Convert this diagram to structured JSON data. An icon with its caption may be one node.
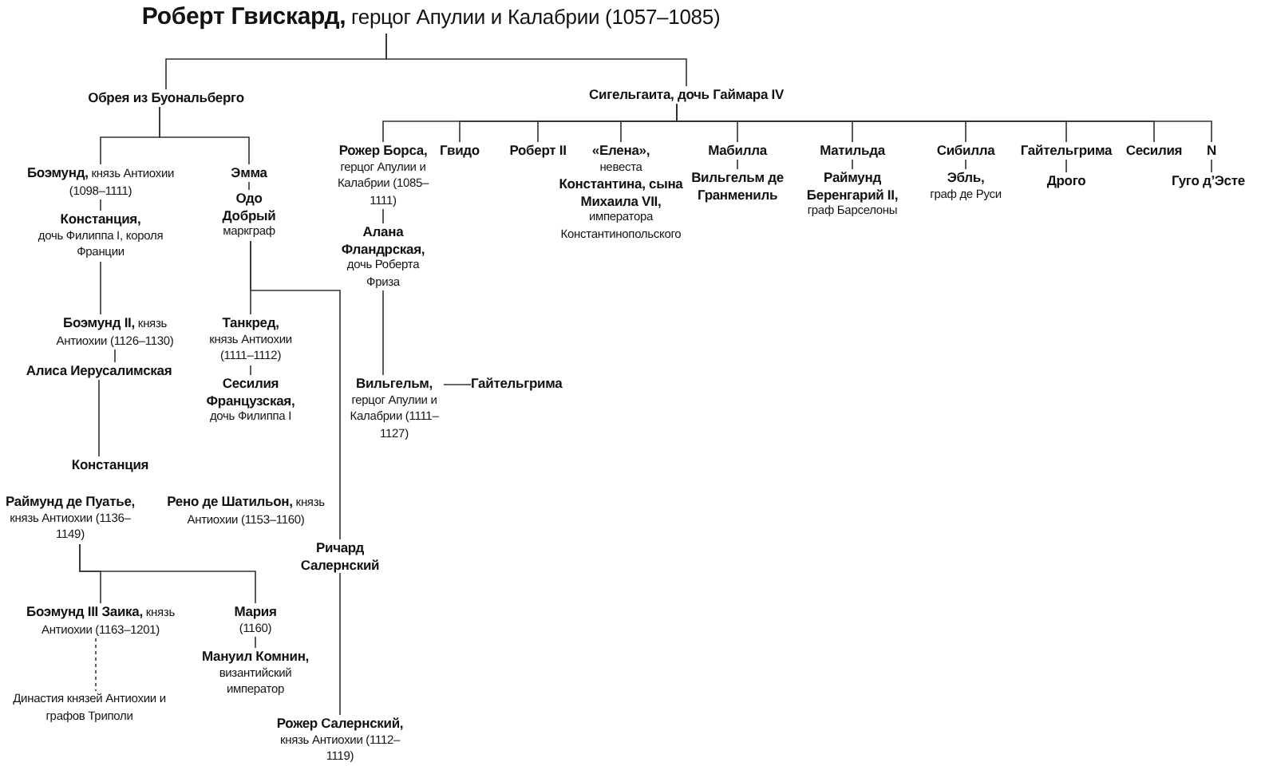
{
  "diagram": {
    "nodes": [
      {
        "text": [
          "**Роберт Гвискард,** герцог Апулии и Калабрии (1057–1085)"
        ]
      },
      {
        "text": [
          "Обрея из Буональберго"
        ]
      },
      {
        "text": [
          "Сигельгаита, дочь Гаймара IV"
        ]
      },
      {
        "text": [
          "**Боэмунд,** князь Антиохии (1098–1111)"
        ]
      },
      {
        "text": [
          "Констанция,",
          "дочь Филиппа I, короля Франции"
        ]
      },
      {
        "text": [
          "Эмма"
        ]
      },
      {
        "text": [
          "Одо Добрый",
          "маркграф"
        ]
      },
      {
        "text": [
          "Рожер Борса,",
          "герцог Апулии и Калабрии (1085–1111)"
        ]
      },
      {
        "text": [
          "Алана Фландрская,",
          "дочь Роберта Фриза"
        ]
      },
      {
        "text": [
          "Гвидо"
        ]
      },
      {
        "text": [
          "Роберт II"
        ]
      },
      {
        "text": [
          "«Елена»,",
          "невеста",
          "Константина, сына Михаила VII,",
          "императора Константинопольского"
        ]
      },
      {
        "text": [
          "Мабилла"
        ]
      },
      {
        "text": [
          "Вильгельм де Гранмениль"
        ]
      },
      {
        "text": [
          "Матильда"
        ]
      },
      {
        "text": [
          "Раймунд Беренгарий II,",
          "граф Барселоны"
        ]
      },
      {
        "text": [
          "Сибилла"
        ]
      },
      {
        "text": [
          "Эбль,",
          "граф де Руси"
        ]
      },
      {
        "text": [
          "Гайтельгрима"
        ]
      },
      {
        "text": [
          "Дрого"
        ]
      },
      {
        "text": [
          "Сесилия"
        ]
      },
      {
        "text": [
          "N"
        ]
      },
      {
        "text": [
          "Гуго д’Эсте"
        ]
      },
      {
        "text": [
          "**Боэмунд II,** князь Антиохии (1126–1130)"
        ]
      },
      {
        "text": [
          "Алиса Иерусалимская"
        ]
      },
      {
        "text": [
          "Танкред,",
          "князь Антиохии (1111–1112)"
        ]
      },
      {
        "text": [
          "Сесилия Французская,",
          "дочь Филиппа I"
        ]
      },
      {
        "text": [
          "Вильгельм,",
          "герцог Апулии и Калабрии (1111–1127)"
        ]
      },
      {
        "text": [
          "Гайтельгрима"
        ]
      },
      {
        "text": [
          "Констанция"
        ]
      },
      {
        "text": [
          "Раймунд де Пуатье,",
          "князь Антиохии (1136–1149)"
        ]
      },
      {
        "text": [
          "**Рено де Шатильон,** князь Антиохии (1153–1160)"
        ]
      },
      {
        "text": [
          "Ричард Салернский"
        ]
      },
      {
        "text": [
          "**Боэмунд III Заика,** князь Антиохии (1163–1201)"
        ]
      },
      {
        "text": [
          "Мария",
          "(1160)"
        ]
      },
      {
        "text": [
          "Мануил Комнин,",
          "византийский император"
        ]
      },
      {
        "text": [
          "Династия князей Антиохии и графов Триполи"
        ]
      },
      {
        "text": [
          "Рожер Салернский,",
          "князь Антиохии (1112–1119)"
        ]
      }
    ],
    "edges": [
      {
        "from": 0,
        "to": 1,
        "arrow": "none"
      },
      {
        "from": 0,
        "to": 2,
        "arrow": "none"
      },
      {
        "from": 1,
        "to": 3,
        "arrow": "none"
      },
      {
        "from": 1,
        "to": 5,
        "arrow": "none"
      },
      {
        "from": 3,
        "to": 4,
        "arrow": "none"
      },
      {
        "from": 5,
        "to": 6,
        "arrow": "none"
      },
      {
        "from": 2,
        "to": 7,
        "arrow": "none"
      },
      {
        "from": 2,
        "to": 9,
        "arrow": "none"
      },
      {
        "from": 2,
        "to": 10,
        "arrow": "none"
      },
      {
        "from": 2,
        "to": 11,
        "arrow": "none"
      },
      {
        "from": 2,
        "to": 12,
        "arrow": "none"
      },
      {
        "from": 2,
        "to": 14,
        "arrow": "none"
      },
      {
        "from": 2,
        "to": 16,
        "arrow": "none"
      },
      {
        "from": 2,
        "to": 18,
        "arrow": "none"
      },
      {
        "from": 2,
        "to": 20,
        "arrow": "none"
      },
      {
        "from": 2,
        "to": 21,
        "arrow": "none"
      },
      {
        "from": 7,
        "to": 8,
        "arrow": "none"
      },
      {
        "from": 12,
        "to": 13,
        "arrow": "none"
      },
      {
        "from": 14,
        "to": 15,
        "arrow": "none"
      },
      {
        "from": 16,
        "to": 17,
        "arrow": "none"
      },
      {
        "from": 18,
        "to": 19,
        "arrow": "none"
      },
      {
        "from": 21,
        "to": 22,
        "arrow": "none"
      },
      {
        "from": 4,
        "to": 23,
        "arrow": "none"
      },
      {
        "from": 23,
        "to": 24,
        "arrow": "none"
      },
      {
        "from": 6,
        "to": 25,
        "arrow": "none"
      },
      {
        "from": 25,
        "to": 26,
        "arrow": "none"
      },
      {
        "from": 6,
        "to": 32,
        "arrow": "none"
      },
      {
        "from": 8,
        "to": 27,
        "arrow": "none"
      },
      {
        "from": 27,
        "to": 28,
        "arrow": "none"
      },
      {
        "from": 24,
        "to": 29,
        "arrow": "none"
      },
      {
        "from": 30,
        "to": 33,
        "arrow": "none"
      },
      {
        "from": 30,
        "to": 34,
        "arrow": "none"
      },
      {
        "from": 34,
        "to": 35,
        "arrow": "none"
      },
      {
        "from": 33,
        "to": 36,
        "arrow": "none",
        "style": "dashed"
      },
      {
        "from": 32,
        "to": 37,
        "arrow": "none"
      }
    ]
  }
}
